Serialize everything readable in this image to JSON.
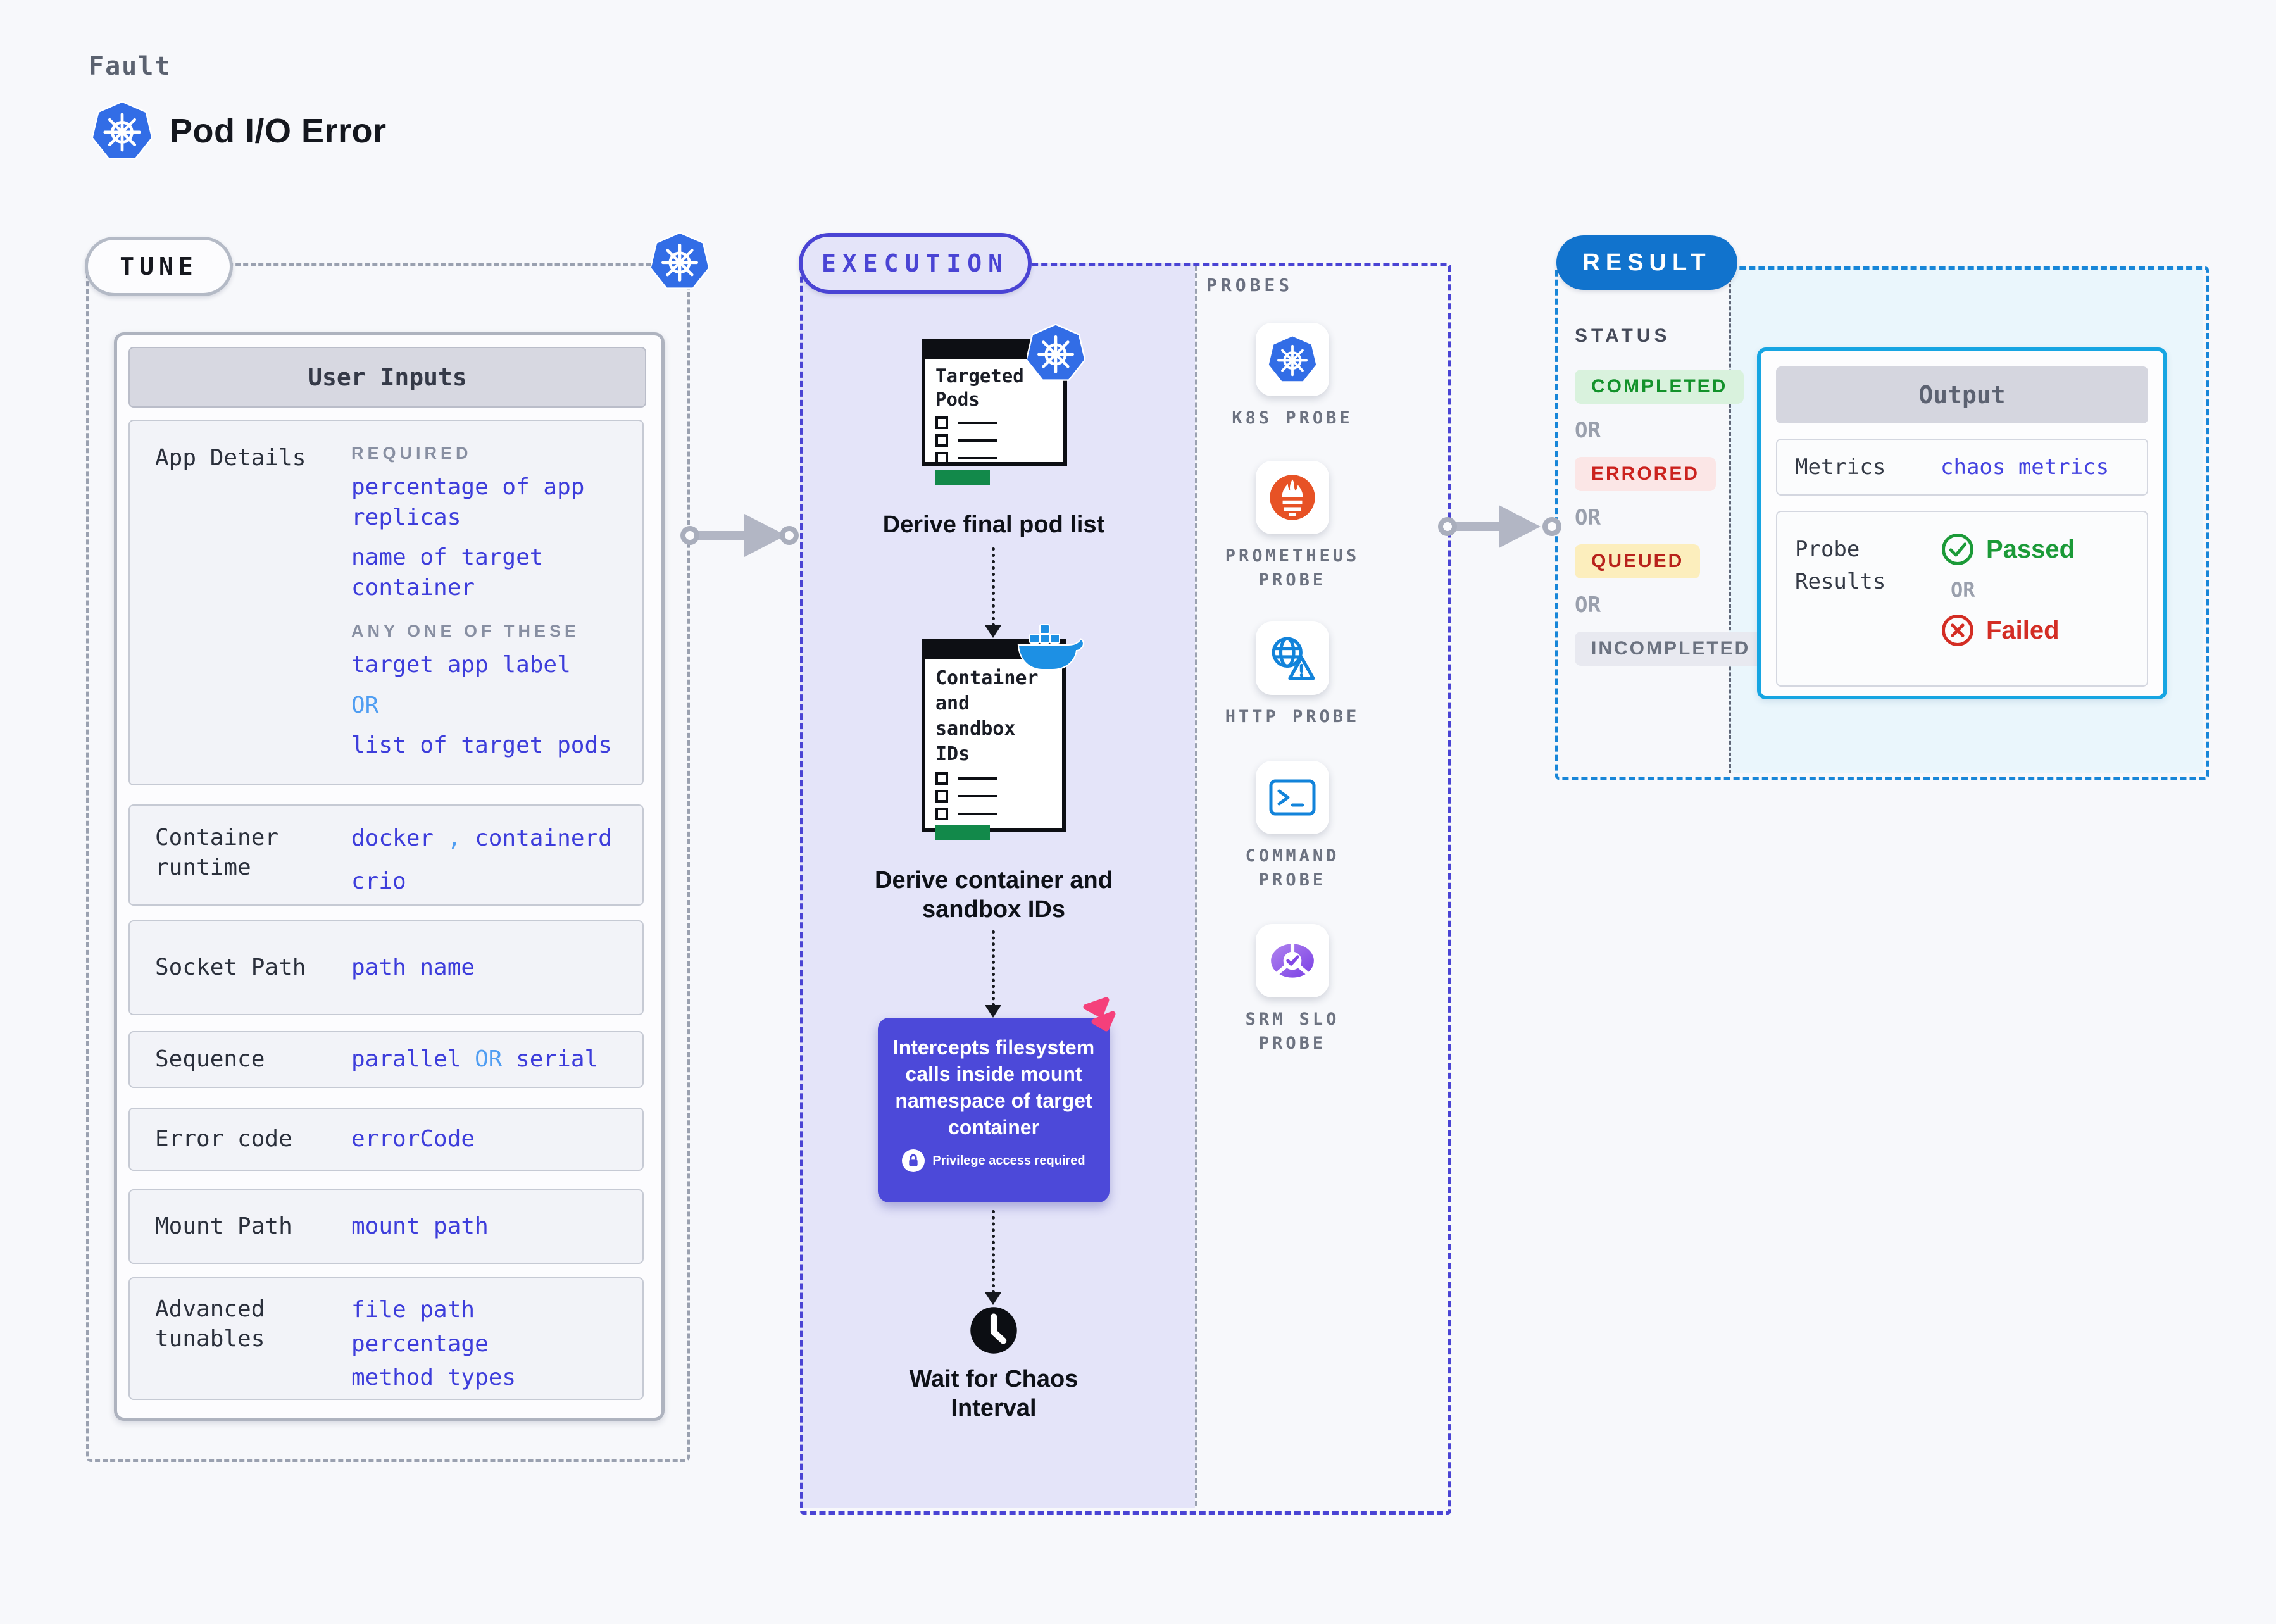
{
  "header": {
    "eyebrow": "Fault",
    "title": "Pod I/O Error"
  },
  "tune": {
    "badge": "TUNE",
    "panel_title": "User Inputs",
    "app_details": {
      "label": "App Details",
      "required_caption": "REQUIRED",
      "required_values": [
        "percentage of app replicas",
        "name of target container"
      ],
      "any_caption": "ANY ONE OF THESE",
      "any_values": [
        "target app label",
        "OR",
        "list of target pods"
      ]
    },
    "container_runtime": {
      "label": "Container runtime",
      "v1": "docker",
      "comma": ",",
      "v2": "containerd",
      "v3": "crio"
    },
    "socket_path": {
      "label": "Socket Path",
      "value": "path name"
    },
    "sequence": {
      "label": "Sequence",
      "v1": "parallel",
      "or": "OR",
      "v2": "serial"
    },
    "error_code": {
      "label": "Error code",
      "value": "errorCode"
    },
    "mount_path": {
      "label": "Mount Path",
      "value": "mount path"
    },
    "advanced_tunables": {
      "label": "Advanced tunables",
      "values": [
        "file path",
        "percentage",
        "method types"
      ]
    }
  },
  "execution": {
    "badge": "EXECUTION",
    "steps": [
      {
        "doc_title": "Targeted Pods",
        "label": "Derive final pod list",
        "icon": "kubernetes-icon"
      },
      {
        "doc_title": "Container and sandbox IDs",
        "label": "Derive container and sandbox IDs",
        "icon": "docker-icon"
      }
    ],
    "action_box": {
      "text": "Intercepts filesystem calls inside mount namespace of target container",
      "note": "Privilege access required",
      "icon": "litmus-icon"
    },
    "wait_label": "Wait for Chaos Interval"
  },
  "probes": {
    "caption": "PROBES",
    "items": [
      {
        "name": "K8S PROBE",
        "icon": "kubernetes-icon"
      },
      {
        "name": "PROMETHEUS PROBE",
        "icon": "prometheus-icon"
      },
      {
        "name": "HTTP PROBE",
        "icon": "globe-warning-icon"
      },
      {
        "name": "COMMAND PROBE",
        "icon": "terminal-icon"
      },
      {
        "name": "SRM SLO PROBE",
        "icon": "slo-pie-icon"
      }
    ]
  },
  "result": {
    "badge": "RESULT",
    "status_caption": "STATUS",
    "statuses": [
      "COMPLETED",
      "ERRORED",
      "QUEUED",
      "INCOMPLETED"
    ],
    "or": "OR",
    "output": {
      "title": "Output",
      "metrics_label": "Metrics",
      "metrics_value": "chaos metrics",
      "probe_results_label": "Probe Results",
      "passed": "Passed",
      "failed": "Failed"
    }
  },
  "colors": {
    "accent_indigo": "#4a44d4",
    "value_text": "#3d3ddb",
    "or_light_blue": "#4f9df2",
    "lavender_panel": "#e4e4f9",
    "result_pill_blue": "#1173cd",
    "result_panel_bg": "#eaf6fc",
    "output_border_cyan": "#16a5e2",
    "action_box_indigo": "#4c49d9",
    "completed_green": "#13922b",
    "errored_red": "#cb221e",
    "queued_bg_yellow": "#fceebd",
    "incompleted_gray": "#6b7280",
    "passed_green": "#1b9a38",
    "failed_red": "#d32d24",
    "kubernetes_blue": "#326de6",
    "docker_blue": "#1d90e4",
    "prometheus_orange": "#e75225",
    "litmus_pink": "#f5407b",
    "doc_green_bar": "#12894a"
  }
}
